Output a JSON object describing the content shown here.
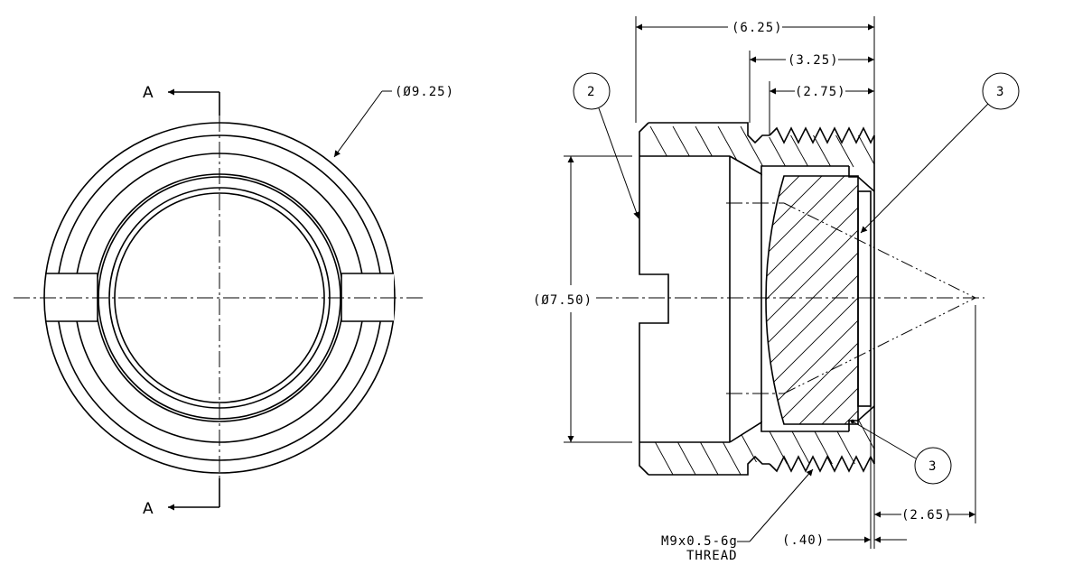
{
  "section_markers": {
    "top": "A",
    "bottom": "A"
  },
  "dimensions": {
    "outer_diameter": "(Ø9.25)",
    "overall_length": "(6.25)",
    "thread_length": "(3.25)",
    "relief_length": "(2.75)",
    "bore_diameter": "(Ø7.50)",
    "focal_distance": "(2.65)",
    "flange_thickness": "(.40)"
  },
  "balloons": {
    "item_2": "2",
    "item_3_upper": "3",
    "item_3_lower": "3"
  },
  "thread_note": {
    "line1": "M9x0.5-6g",
    "line2": "THREAD"
  }
}
